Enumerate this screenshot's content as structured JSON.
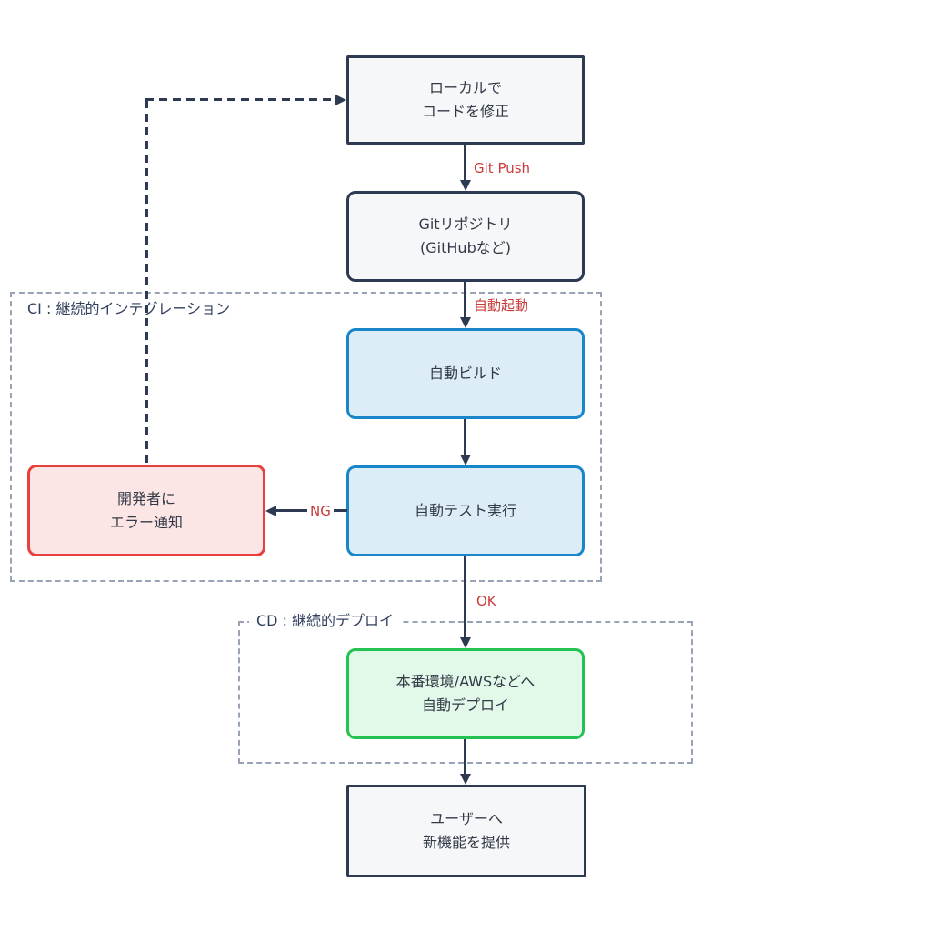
{
  "diagram": {
    "nodes": {
      "local": {
        "line1": "ローカルで",
        "line2": "コードを修正"
      },
      "git": {
        "line1": "Gitリポジトリ",
        "line2": "(GitHubなど)"
      },
      "build": {
        "label": "自動ビルド"
      },
      "test": {
        "label": "自動テスト実行"
      },
      "error": {
        "line1": "開発者に",
        "line2": "エラー通知"
      },
      "deploy": {
        "line1": "本番環境/AWSなどへ",
        "line2": "自動デプロイ"
      },
      "user": {
        "line1": "ユーザーへ",
        "line2": "新機能を提供"
      }
    },
    "edge_labels": {
      "git_push": "Git Push",
      "auto_start": "自動起動",
      "ng": "NG",
      "ok": "OK"
    },
    "containers": {
      "ci_label": "CI : 継続的インテグレーション",
      "cd_label": "CD : 継続的デプロイ"
    },
    "colors": {
      "arrow": "#2e3a52",
      "node_border_default": "#2e3a52",
      "node_fill_default": "#f6f7f9",
      "blue_border": "#1a86ca",
      "blue_fill": "#dcedf8",
      "red_border": "#e8403e",
      "red_fill": "#fbe5e5",
      "green_border": "#24c153",
      "green_fill": "#e2f8e8",
      "container_border": "#99a3b6",
      "container_label_text": "#32405e",
      "edge_label_text": "#cb3a3a",
      "node_text": "#333a47"
    }
  }
}
